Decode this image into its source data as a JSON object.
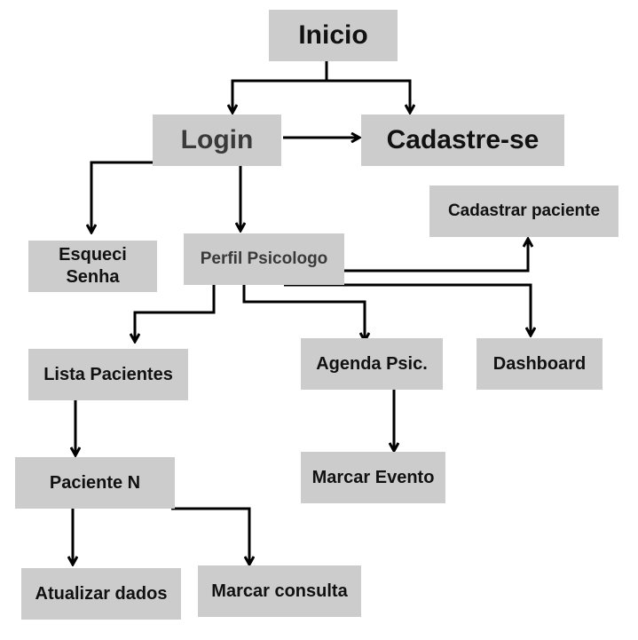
{
  "diagram": {
    "colors": {
      "box": "#cccccc",
      "text": "#111111",
      "text_muted": "#3a3a3a",
      "arrow": "#000000"
    },
    "nodes": {
      "inicio": "Inicio",
      "login": "Login",
      "cadastre_se": "Cadastre-se",
      "esqueci_senha": "Esqueci\nSenha",
      "perfil_psicologo": "Perfil Psicologo",
      "cadastrar_paciente": "Cadastrar paciente",
      "lista_pacientes": "Lista Pacientes",
      "agenda_psic": "Agenda Psic.",
      "dashboard": "Dashboard",
      "paciente_n": "Paciente N",
      "marcar_evento": "Marcar Evento",
      "atualizar_dados": "Atualizar dados",
      "marcar_consulta": "Marcar consulta"
    },
    "edges": [
      [
        "inicio",
        "login"
      ],
      [
        "inicio",
        "cadastre_se"
      ],
      [
        "login",
        "cadastre_se"
      ],
      [
        "login",
        "esqueci_senha"
      ],
      [
        "login",
        "perfil_psicologo"
      ],
      [
        "perfil_psicologo",
        "cadastrar_paciente"
      ],
      [
        "perfil_psicologo",
        "lista_pacientes"
      ],
      [
        "perfil_psicologo",
        "agenda_psic"
      ],
      [
        "perfil_psicologo",
        "dashboard"
      ],
      [
        "lista_pacientes",
        "paciente_n"
      ],
      [
        "agenda_psic",
        "marcar_evento"
      ],
      [
        "paciente_n",
        "atualizar_dados"
      ],
      [
        "paciente_n",
        "marcar_consulta"
      ]
    ]
  }
}
